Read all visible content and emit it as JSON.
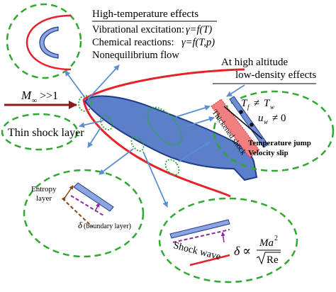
{
  "high_temp": {
    "title": "High-temperature effects",
    "vib_label": "Vibrational excitation:",
    "vib_eq": "γ=f(T)",
    "chem_label": "Chemical reactions:",
    "chem_eq": "γ=f(T,p)",
    "noneq": "Nonequilibrium flow"
  },
  "low_density": {
    "line1": "At high altitude",
    "line2": "low-density effects"
  },
  "freestream": {
    "symbol": "M",
    "subscript": "∞",
    "relation": ">>1"
  },
  "thin_shock_layer": "Thin shock layer",
  "thickened_shock": "Thickened shock",
  "slip": {
    "tf": "T",
    "tf_sub": "f",
    "neq": "≠",
    "tw": "T",
    "tw_sub": "w",
    "uw": "u",
    "uw_sub": "w",
    "neq_zero": "≠ 0",
    "temp_jump": "Temperature jump",
    "velocity_slip": "Velocity slip"
  },
  "entropy_layer": {
    "line1": "Entropy",
    "line2": "layer",
    "delta": "δ",
    "boundary": "(boundary layer)"
  },
  "shock_wave": "Shock wave",
  "scaling": {
    "delta": "δ",
    "prop": "∝",
    "ma": "Ma",
    "exp": "2",
    "re": "Re"
  },
  "colors": {
    "shock": "#e8202a",
    "body_fill": "#5b7fc8",
    "body_stroke": "#1f3a8a",
    "ellipse": "#2fa82f",
    "arrow": "#5b8fd0",
    "freestream_arrow": "#8b1a1a",
    "boundary_dash": "#8a2aa0",
    "entropy_dash": "#8b4513"
  }
}
